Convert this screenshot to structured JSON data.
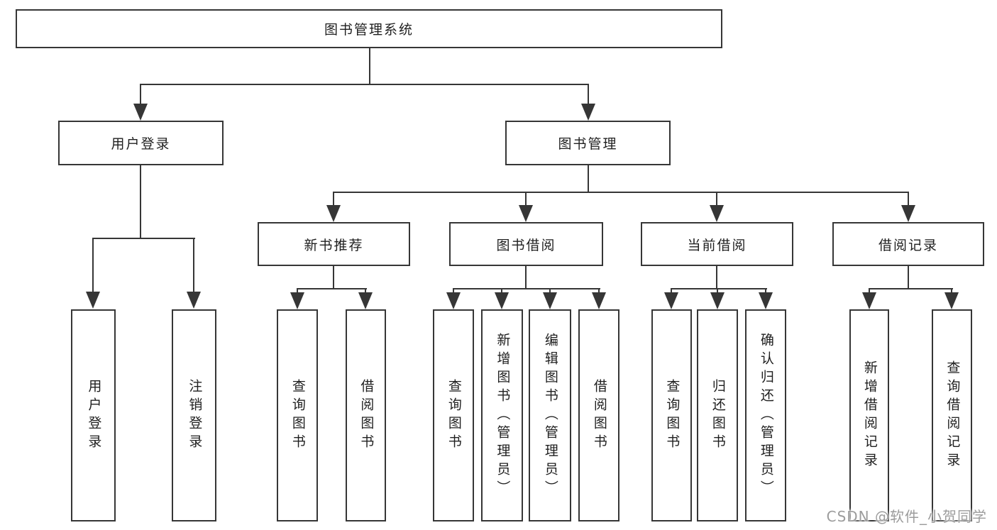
{
  "diagram": {
    "root": {
      "label": "图书管理系统"
    },
    "level2": [
      {
        "label": "用户登录"
      },
      {
        "label": "图书管理"
      }
    ],
    "level3": [
      {
        "label": "新书推荐"
      },
      {
        "label": "图书借阅"
      },
      {
        "label": "当前借阅"
      },
      {
        "label": "借阅记录"
      }
    ],
    "leaves": {
      "login": [
        "用户登录",
        "注销登录"
      ],
      "recommend": [
        "查询图书",
        "借阅图书"
      ],
      "borrow": [
        "查询图书",
        "新增图书（管理员）",
        "编辑图书（管理员）",
        "借阅图书"
      ],
      "current": [
        "查询图书",
        "归还图书",
        "确认归还（管理员）"
      ],
      "records": [
        "新增借阅记录",
        "查询借阅记录"
      ]
    }
  },
  "watermark": {
    "text": "CSDN @软件_小贺同学"
  },
  "colors": {
    "line": "#363636",
    "box_border": "#363636",
    "background": "#ffffff",
    "text": "#1f1f1f",
    "watermark": "#9c9c9c"
  }
}
